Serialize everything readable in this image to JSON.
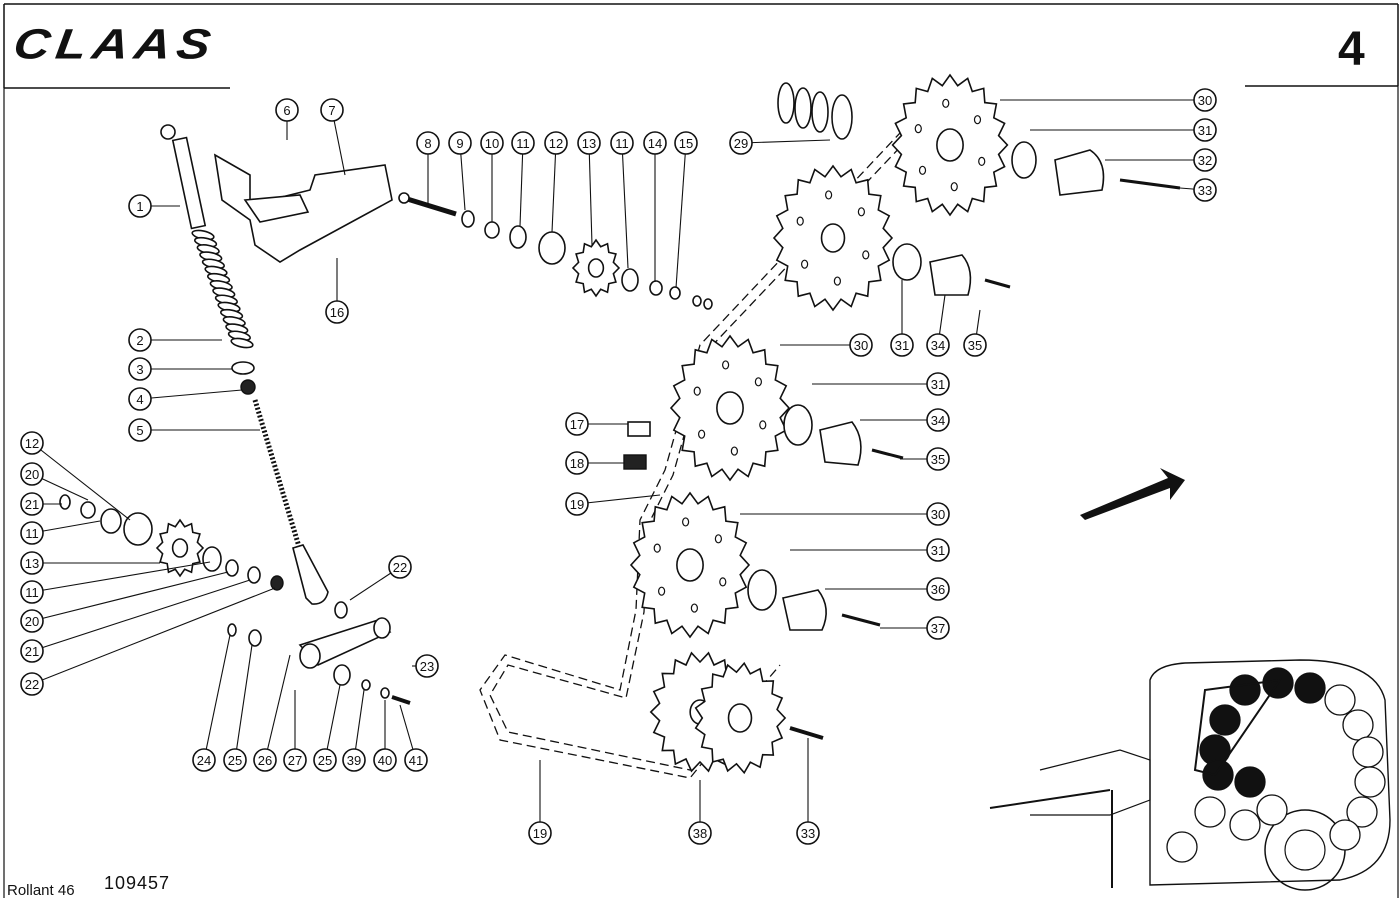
{
  "header": {
    "brand": "CLAAS",
    "page_number": "4"
  },
  "footer": {
    "model": "Rollant 46",
    "drawing_number": "109457"
  },
  "callouts": [
    {
      "id": "c1",
      "label": "1"
    },
    {
      "id": "c2",
      "label": "2"
    },
    {
      "id": "c3",
      "label": "3"
    },
    {
      "id": "c4",
      "label": "4"
    },
    {
      "id": "c5",
      "label": "5"
    },
    {
      "id": "c6",
      "label": "6"
    },
    {
      "id": "c7",
      "label": "7"
    },
    {
      "id": "c8",
      "label": "8"
    },
    {
      "id": "c9",
      "label": "9"
    },
    {
      "id": "c10",
      "label": "10"
    },
    {
      "id": "c11a",
      "label": "11"
    },
    {
      "id": "c12a",
      "label": "12"
    },
    {
      "id": "c13a",
      "label": "13"
    },
    {
      "id": "c11b",
      "label": "11"
    },
    {
      "id": "c14",
      "label": "14"
    },
    {
      "id": "c15",
      "label": "15"
    },
    {
      "id": "c16",
      "label": "16"
    },
    {
      "id": "c29",
      "label": "29"
    },
    {
      "id": "c30a",
      "label": "30"
    },
    {
      "id": "c31a",
      "label": "31"
    },
    {
      "id": "c32",
      "label": "32"
    },
    {
      "id": "c33a",
      "label": "33"
    },
    {
      "id": "c30b",
      "label": "30"
    },
    {
      "id": "c31b",
      "label": "31"
    },
    {
      "id": "c34a",
      "label": "34"
    },
    {
      "id": "c35a",
      "label": "35"
    },
    {
      "id": "c31c",
      "label": "31"
    },
    {
      "id": "c34b",
      "label": "34"
    },
    {
      "id": "c35b",
      "label": "35"
    },
    {
      "id": "c17",
      "label": "17"
    },
    {
      "id": "c18",
      "label": "18"
    },
    {
      "id": "c19a",
      "label": "19"
    },
    {
      "id": "c30c",
      "label": "30"
    },
    {
      "id": "c31d",
      "label": "31"
    },
    {
      "id": "c36",
      "label": "36"
    },
    {
      "id": "c37",
      "label": "37"
    },
    {
      "id": "c12b",
      "label": "12"
    },
    {
      "id": "c20a",
      "label": "20"
    },
    {
      "id": "c21a",
      "label": "21"
    },
    {
      "id": "c11c",
      "label": "11"
    },
    {
      "id": "c13b",
      "label": "13"
    },
    {
      "id": "c11d",
      "label": "11"
    },
    {
      "id": "c20b",
      "label": "20"
    },
    {
      "id": "c21b",
      "label": "21"
    },
    {
      "id": "c22a",
      "label": "22"
    },
    {
      "id": "c22b",
      "label": "22"
    },
    {
      "id": "c23",
      "label": "23"
    },
    {
      "id": "c24",
      "label": "24"
    },
    {
      "id": "c25a",
      "label": "25"
    },
    {
      "id": "c26",
      "label": "26"
    },
    {
      "id": "c27",
      "label": "27"
    },
    {
      "id": "c25b",
      "label": "25"
    },
    {
      "id": "c39",
      "label": "39"
    },
    {
      "id": "c40",
      "label": "40"
    },
    {
      "id": "c41",
      "label": "41"
    },
    {
      "id": "c19b",
      "label": "19"
    },
    {
      "id": "c38",
      "label": "38"
    },
    {
      "id": "c33b",
      "label": "33"
    }
  ]
}
